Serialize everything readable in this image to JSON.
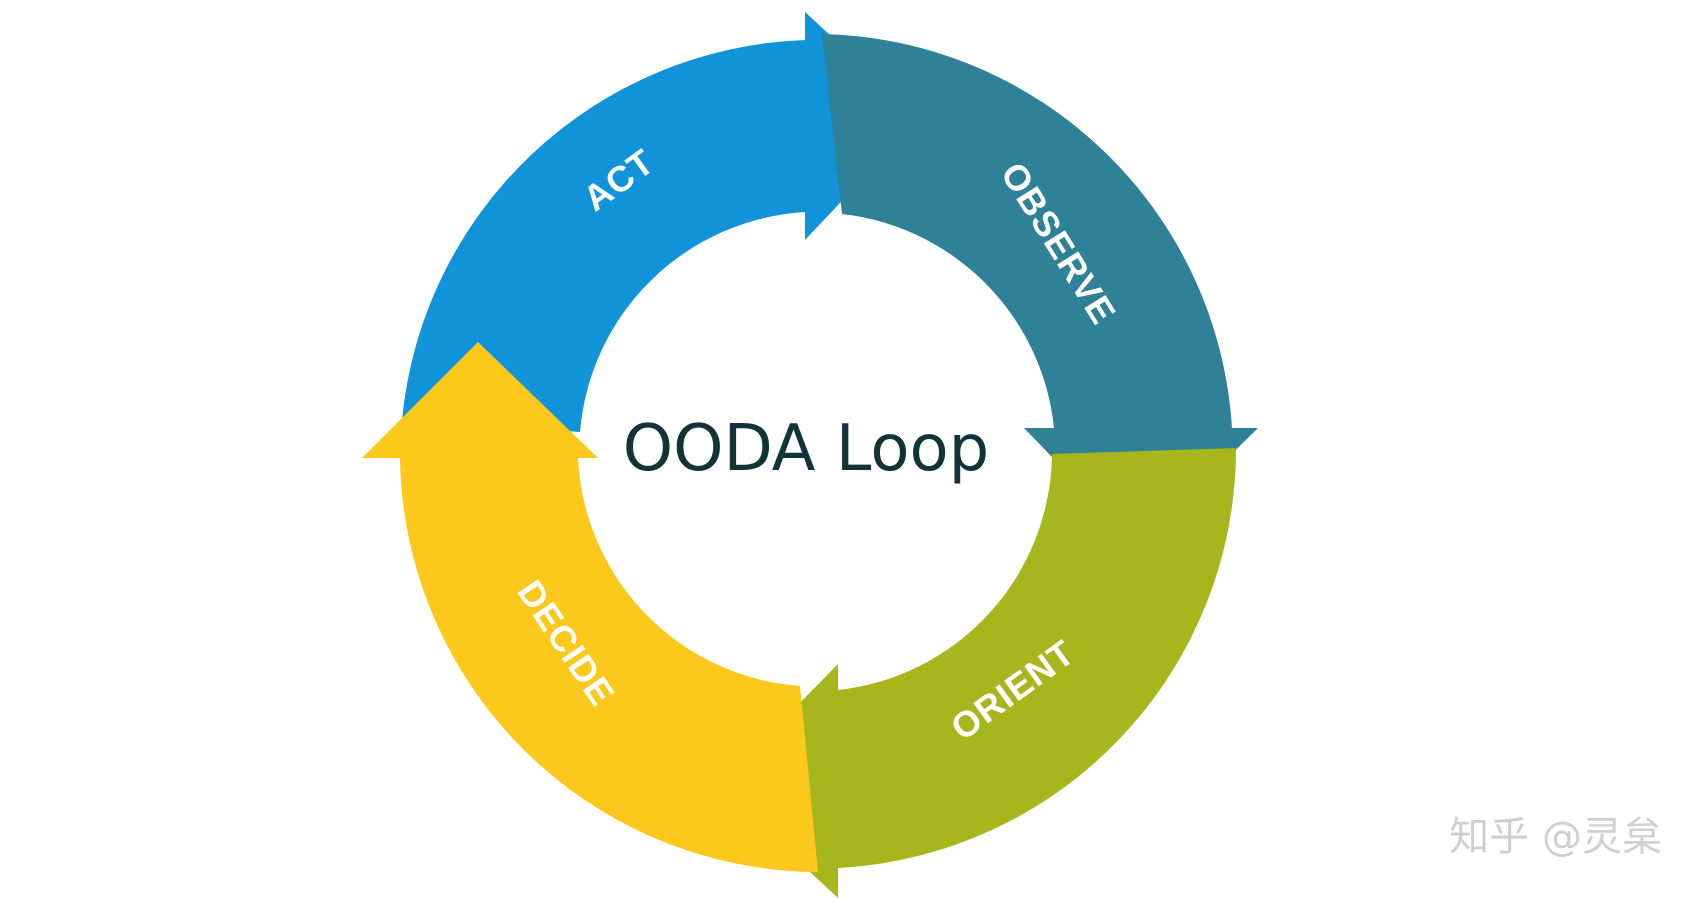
{
  "diagram": {
    "title": "OODA Loop",
    "stages": [
      {
        "id": "act",
        "label": "ACT",
        "color": "#1193da"
      },
      {
        "id": "observe",
        "label": "OBSERVE",
        "color": "#2e8196"
      },
      {
        "id": "orient",
        "label": "ORIENT",
        "color": "#a7b61d"
      },
      {
        "id": "decide",
        "label": "DECIDE",
        "color": "#fcc81b"
      }
    ]
  },
  "watermark": "知乎 @灵枲"
}
